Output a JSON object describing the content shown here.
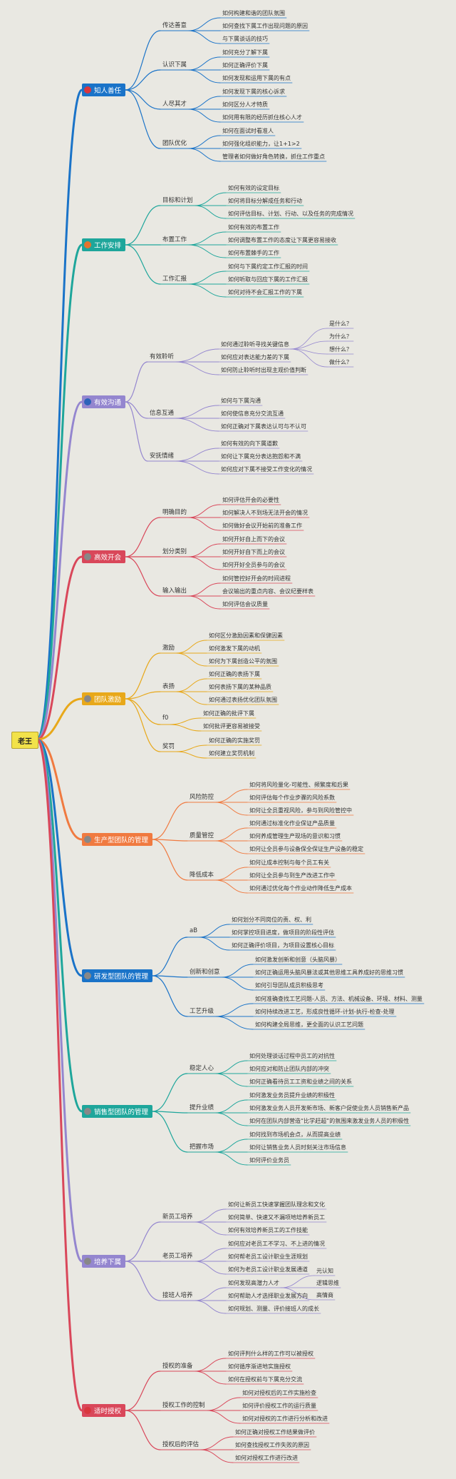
{
  "root": "老王",
  "branches": [
    {
      "name": "知人善任",
      "color": "#1a73c8",
      "icon_color": "#d9363e",
      "subs": [
        {
          "name": "传达善意",
          "leaves": [
            "如何构建和谐的团队氛围",
            "如何查找下属工作出现问题的原因",
            "与下属谈话的技巧"
          ]
        },
        {
          "name": "认识下属",
          "leaves": [
            "如何充分了解下属",
            "如何正确评价下属",
            "如何发现和运用下属的有点"
          ]
        },
        {
          "name": "人尽其才",
          "leaves": [
            "如何发现下属的核心诉求",
            "如何区分人才特质",
            "如何用有限的经历抓住核心人才"
          ]
        },
        {
          "name": "团队优化",
          "leaves": [
            "如何在面试时看准人",
            "如何强化组织能力，让1+1>2",
            "管理者如何做好角色转换，抓住工作重点"
          ]
        }
      ]
    },
    {
      "name": "工作安排",
      "color": "#1ea69b",
      "icon_color": "#e6732d",
      "subs": [
        {
          "name": "目标和计划",
          "leaves": [
            "如何有效的设定目标",
            "如何将目标分解成任务和行动",
            "如何评估目标、计划、行动、以及任务的完成情况"
          ]
        },
        {
          "name": "布置工作",
          "leaves": [
            "如何有效的布置工作",
            "如何调整布置工作的态度让下属更容易接收",
            "如何布置棘手的工作"
          ]
        },
        {
          "name": "工作汇报",
          "leaves": [
            "如何与下属约定工作汇报的时间",
            "如何听取与回应下属的工作汇报",
            "如何对待不会汇报工作的下属"
          ]
        }
      ]
    },
    {
      "name": "有效沟通",
      "color": "#9486cf",
      "icon_color": "#2c63b9",
      "subs": [
        {
          "name": "有效聆听",
          "leaves": [
            "如何通过聆听寻找关键信息",
            "如何应对表达能力差的下属",
            "如何防止聆听时出现主观价值判断"
          ],
          "extras": [
            "是什么？",
            "为什么？",
            "想什么？",
            "做什么？"
          ]
        },
        {
          "name": "信息互通",
          "leaves": [
            "如何与下属沟通",
            "如何使信息充分交流互通",
            "如何正确对下属表达认可与不认可"
          ]
        },
        {
          "name": "安抚情绪",
          "leaves": [
            "如何有效的向下属道歉",
            "如何让下属充分表达抱怨和不满",
            "如何应对下属不接受工作变化的情况"
          ]
        }
      ]
    },
    {
      "name": "高效开会",
      "color": "#d9475a",
      "icon_color": "#888",
      "subs": [
        {
          "name": "明确目的",
          "leaves": [
            "如何评估开会的必要性",
            "如何解决人不到场无法开会的情况",
            "如何做好会议开始前的准备工作"
          ]
        },
        {
          "name": "划分类别",
          "leaves": [
            "如何开好自上而下的会议",
            "如何开好自下而上的会议",
            "如何开好全员参与的会议"
          ]
        },
        {
          "name": "输入输出",
          "leaves": [
            "如何管控好开会的时间进程",
            "会议输出的重点内容、会议纪要样表",
            "如何评估会议质量"
          ]
        }
      ]
    },
    {
      "name": "团队激励",
      "color": "#e8a81a",
      "icon_color": "#888",
      "subs": [
        {
          "name": "激励",
          "leaves": [
            "如何区分激励因素和保健因素",
            "如何激发下属的动机",
            "如何为下属创造公平的氛围"
          ]
        },
        {
          "name": "表扬",
          "leaves": [
            "如何正确的表扬下属",
            "如何表扬下属的某种品质",
            "如何通过表扬优化团队氛围"
          ]
        },
        {
          "name": "f0",
          "leaves": [
            "如何正确的批评下属",
            "如何批评更容易被接受"
          ]
        },
        {
          "name": "奖罚",
          "leaves": [
            "如何正确的实施奖罚",
            "如何建立奖罚机制"
          ]
        }
      ]
    },
    {
      "name": "生产型团队的管理",
      "color": "#f07a40",
      "icon_color": "#888",
      "subs": [
        {
          "name": "风险防控",
          "leaves": [
            "如何将风险量化-可能性、频繁度和后果",
            "如何评估每个作业步骤的风险系数",
            "如何让全员重视风险，参与到风险管控中"
          ]
        },
        {
          "name": "质量管控",
          "leaves": [
            "如何通过标准化作业保证产品质量",
            "如何养成管理生产现场的意识和习惯",
            "如何让全员参与设备保全保证生产设备的稳定"
          ]
        },
        {
          "name": "降低成本",
          "leaves": [
            "如何让成本控制与每个员工有关",
            "如何让全员参与到生产改进工作中",
            "如何通过优化每个作业动作降低生产成本"
          ]
        }
      ]
    },
    {
      "name": "研发型团队的管理",
      "color": "#1a73c8",
      "icon_color": "#888",
      "subs": [
        {
          "name": "aB",
          "leaves": [
            "如何划分不同岗位的责、权、利",
            "如何掌控项目进度，做项目的阶段性评估",
            "如何正确评价项目，为项目设置核心目标"
          ]
        },
        {
          "name": "创新和创意",
          "leaves": [
            "如何激发创新和创意（头脑风暴）",
            "如何正确运用头脑风暴法或其他思维工具养成好的思维习惯",
            "如何引导团队成员积极思考"
          ]
        },
        {
          "name": "工艺升级",
          "leaves": [
            "如何准确查找工艺问题-人员、方法、机械设备、环境、材料、测量",
            "如何持续改进工艺，形成良性循环-计划-执行-检查-处理",
            "如何构建全局思维，更全面的认识工艺问题"
          ]
        }
      ]
    },
    {
      "name": "销售型团队的管理",
      "color": "#1ea69b",
      "icon_color": "#888",
      "subs": [
        {
          "name": "稳定人心",
          "leaves": [
            "如何处理谈话过程中员工的对抗性",
            "如何应对和防止团队内部的冲突",
            "如何正确看待员工工资和业绩之间的关系"
          ]
        },
        {
          "name": "提升业绩",
          "leaves": [
            "如何激发业务员提升业绩的积极性",
            "如何激发业务人员开发新市场、新客户促使业务人员销售新产品",
            "如何在团队内部营造“比学赶超”的氛围来激发业务人员的积极性"
          ]
        },
        {
          "name": "把握市场",
          "leaves": [
            "如何找到市场机会点，从而提高业绩",
            "如何让销售业务人员时刻关注市场信息",
            "如何评价业务员"
          ]
        }
      ]
    },
    {
      "name": "培养下属",
      "color": "#9486cf",
      "icon_color": "#888",
      "subs": [
        {
          "name": "新员工培养",
          "leaves": [
            "如何让新员工快速掌握团队理念和文化",
            "如何简单、快速又不漏项地培养新员工",
            "如何有效培养新员工的工作技能"
          ]
        },
        {
          "name": "老员工培养",
          "leaves": [
            "如何应对老员工不学习、不上进的情况",
            "如何帮老员工设计职业生涯规划",
            "如何为老员工设计职业发展通道"
          ]
        },
        {
          "name": "接班人培养",
          "leaves": [
            "如何发现高潜力人才",
            "如何帮助人才选择职业发展方向",
            "如何规划、测量、评价接班人的成长"
          ],
          "extras": [
            "元认知",
            "逻辑思维",
            "高情商"
          ]
        }
      ]
    },
    {
      "name": "适时授权",
      "color": "#d9475a",
      "icon_color": "#d9363e",
      "subs": [
        {
          "name": "授权的准备",
          "leaves": [
            "如何评判什么样的工作可以被授权",
            "如何循序渐进地实施授权",
            "如何在授权前与下属充分交流"
          ]
        },
        {
          "name": "授权工作的控制",
          "leaves": [
            "如何对授权后的工作实施检查",
            "如何评价授权工作的运行质量",
            "如何对授权的工作进行分析和改进"
          ]
        },
        {
          "name": "授权后的评估",
          "leaves": [
            "如何正确对授权工作结果做评价",
            "如何查找授权工作失败的原因",
            "如何对授权工作进行改进"
          ]
        }
      ]
    }
  ]
}
